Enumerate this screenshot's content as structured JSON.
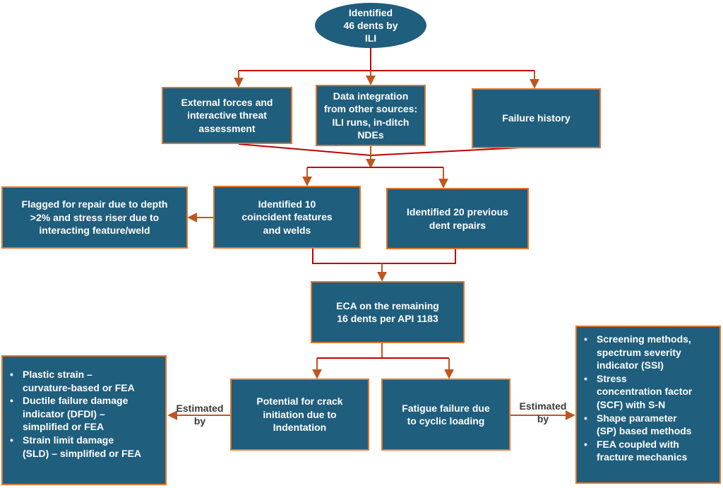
{
  "start": {
    "lines": [
      "Identified",
      "46 dents by",
      "ILI"
    ]
  },
  "level1": [
    {
      "lines": [
        "External forces and",
        "interactive threat",
        "assessment"
      ]
    },
    {
      "lines": [
        "Data integration",
        "from other sources:",
        "ILI runs, in-ditch",
        "NDEs"
      ]
    },
    {
      "lines": [
        "Failure history"
      ]
    }
  ],
  "flagged": {
    "lines": [
      "Flagged for repair due to depth",
      ">2% and stress riser due to",
      "interacting feature/weld"
    ]
  },
  "level2": [
    {
      "lines": [
        "Identified 10",
        "coincident features",
        "and welds"
      ]
    },
    {
      "lines": [
        "Identified 20 previous",
        "dent repairs"
      ]
    }
  ],
  "eca": {
    "lines": [
      "ECA on the remaining",
      "16 dents per API 1183"
    ]
  },
  "level3": [
    {
      "lines": [
        "Potential for crack",
        "initiation due to",
        "Indentation"
      ]
    },
    {
      "lines": [
        "Fatigue failure due",
        "to cyclic loading"
      ]
    }
  ],
  "left_methods": [
    {
      "lines": [
        "Plastic strain –",
        "curvature-based or FEA"
      ]
    },
    {
      "lines": [
        "Ductile failure damage",
        "indicator (DFDI) –",
        "simplified or FEA"
      ]
    },
    {
      "lines": [
        "Strain limit damage",
        "(SLD) – simplified or FEA"
      ]
    }
  ],
  "right_methods": [
    {
      "lines": [
        "Screening methods,",
        "spectrum severity",
        "indicator (SSI)"
      ]
    },
    {
      "lines": [
        "Stress",
        "concentration factor",
        "(SCF) with S-N"
      ]
    },
    {
      "lines": [
        "Shape parameter",
        "(SP) based methods"
      ]
    },
    {
      "lines": [
        " FEA coupled with",
        "fracture mechanics"
      ]
    }
  ],
  "estimated_left": {
    "lines": [
      "Estimated",
      "by"
    ]
  },
  "estimated_right": {
    "lines": [
      "Estimated",
      "by"
    ]
  },
  "colors": {
    "box_fill": "#1f5e7d",
    "box_border": "#e0762e",
    "connector_red": "#c00000",
    "arrow_orange": "#c0551f",
    "text": "#ffffff"
  }
}
